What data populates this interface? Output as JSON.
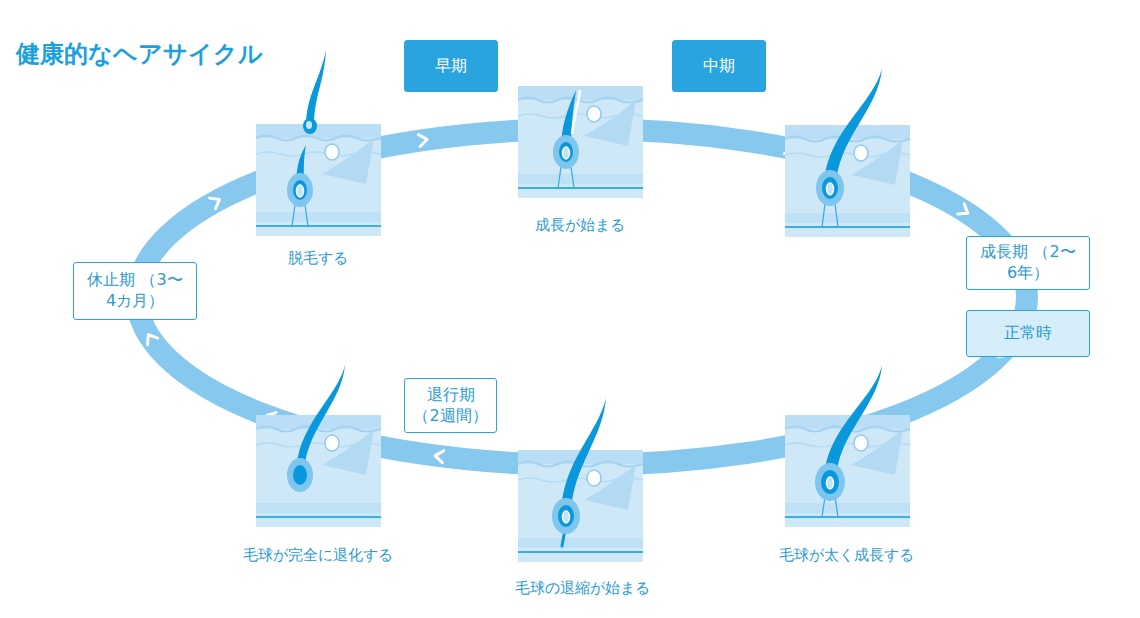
{
  "diagram": {
    "title": "健康的なヘアサイクル",
    "nodes": [
      {
        "text": [
          "早期"
        ]
      },
      {
        "text": [
          "中期"
        ]
      },
      {
        "text": [
          "成長期 （2〜6年）"
        ]
      },
      {
        "text": [
          "正常時"
        ]
      },
      {
        "text": [
          "休止期 （3〜4カ月）"
        ]
      },
      {
        "text": [
          "退行期 （2週間）"
        ]
      }
    ],
    "labels": [
      "成長が始まる",
      "脱毛する",
      "毛球が太く成長する",
      "毛球が完全に退化する",
      "毛球の退縮が始まる"
    ]
  }
}
